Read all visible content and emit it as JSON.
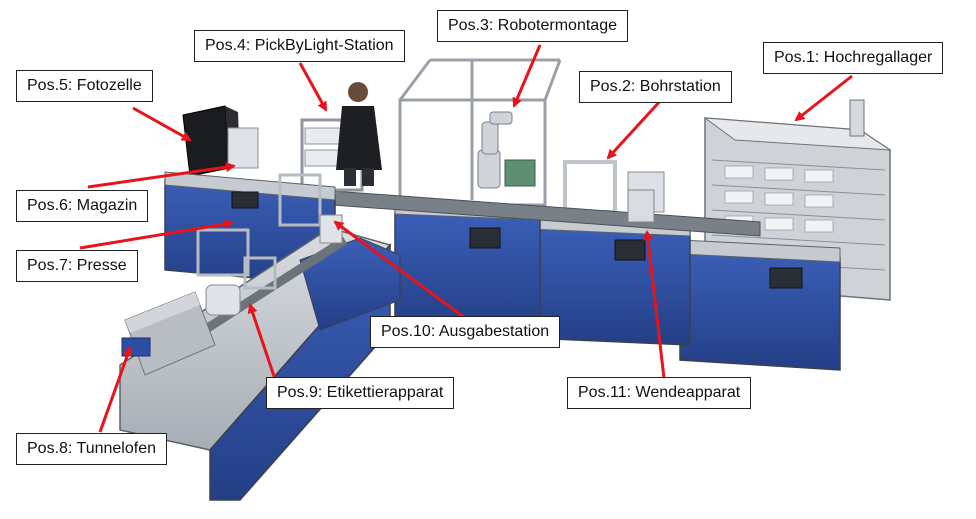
{
  "colors": {
    "arrow": "#e8141b",
    "panel_blue": "#2d4fa3",
    "frame_grey": "#b9bec6",
    "conveyor": "#6d737b",
    "label_border": "#222222"
  },
  "labels": {
    "pos1": "Pos.1: Hochregallager",
    "pos2": "Pos.2: Bohrstation",
    "pos3": "Pos.3: Robotermontage",
    "pos4": "Pos.4: PickByLight-Station",
    "pos5": "Pos.5: Fotozelle",
    "pos6": "Pos.6: Magazin",
    "pos7": "Pos.7: Presse",
    "pos8": "Pos.8: Tunnelofen",
    "pos9": "Pos.9: Etikettierapparat",
    "pos10": "Pos.10: Ausgabestation",
    "pos11": "Pos.11: Wendeapparat"
  }
}
